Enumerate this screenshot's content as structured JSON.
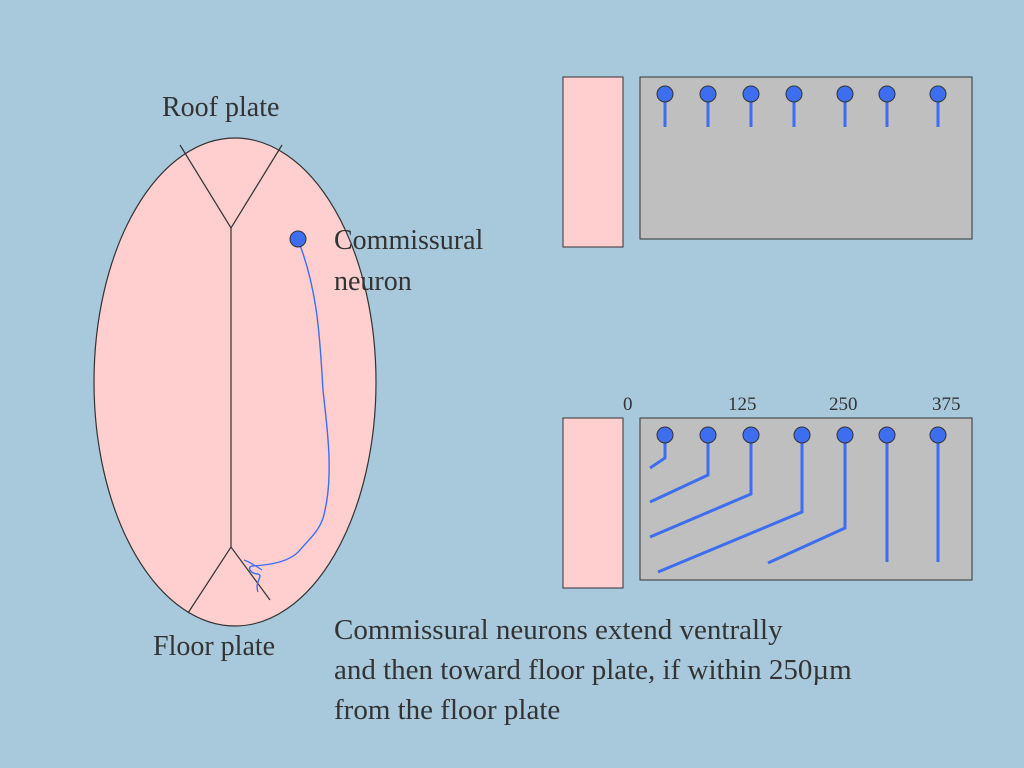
{
  "labels": {
    "roof_plate": "Roof plate",
    "floor_plate": "Floor plate",
    "commissural_line1": "Commissural",
    "commissural_line2": "neuron"
  },
  "scale": {
    "ticks": [
      "0",
      "125",
      "250",
      "375"
    ]
  },
  "caption": {
    "line1": "Commissural  neurons extend ventrally",
    "line2": "and then toward floor plate, if within 250µm",
    "line3": "from the floor plate"
  },
  "colors": {
    "background": "#a8c9dc",
    "tissue": "#ffcfcf",
    "explant": "#bfbfbf",
    "neuron": "#3d6ef0",
    "outline": "#333333"
  }
}
